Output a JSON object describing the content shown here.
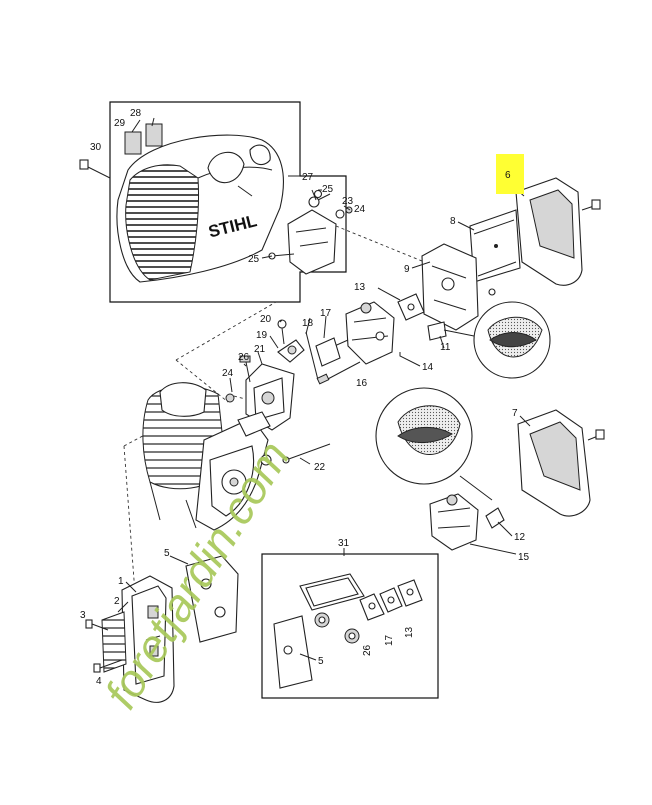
{
  "diagram": {
    "brand_text": "STIHL",
    "watermark": {
      "text": "foretjardin.com",
      "color": "#a8c85a",
      "domain_color": "#bba888"
    },
    "highlight_color": "#ffff33",
    "labels": {
      "l1": "1",
      "l2": "2",
      "l3": "3",
      "l4": "4",
      "l5a": "5",
      "l5b": "5",
      "l6": "6",
      "l7": "7",
      "l8": "8",
      "l9": "9",
      "l11": "11",
      "l12": "12",
      "l13a": "13",
      "l13b": "13",
      "l14": "14",
      "l15": "15",
      "l16": "16",
      "l17a": "17",
      "l17b": "17",
      "l18": "18",
      "l19": "19",
      "l20": "20",
      "l21": "21",
      "l22": "22",
      "l23": "23",
      "l24a": "24",
      "l24b": "24",
      "l25a": "25",
      "l25b": "25",
      "l26a": "26",
      "l26b": "26",
      "l27": "27",
      "l28": "28",
      "l29": "29",
      "l30": "30",
      "l31": "31"
    }
  }
}
